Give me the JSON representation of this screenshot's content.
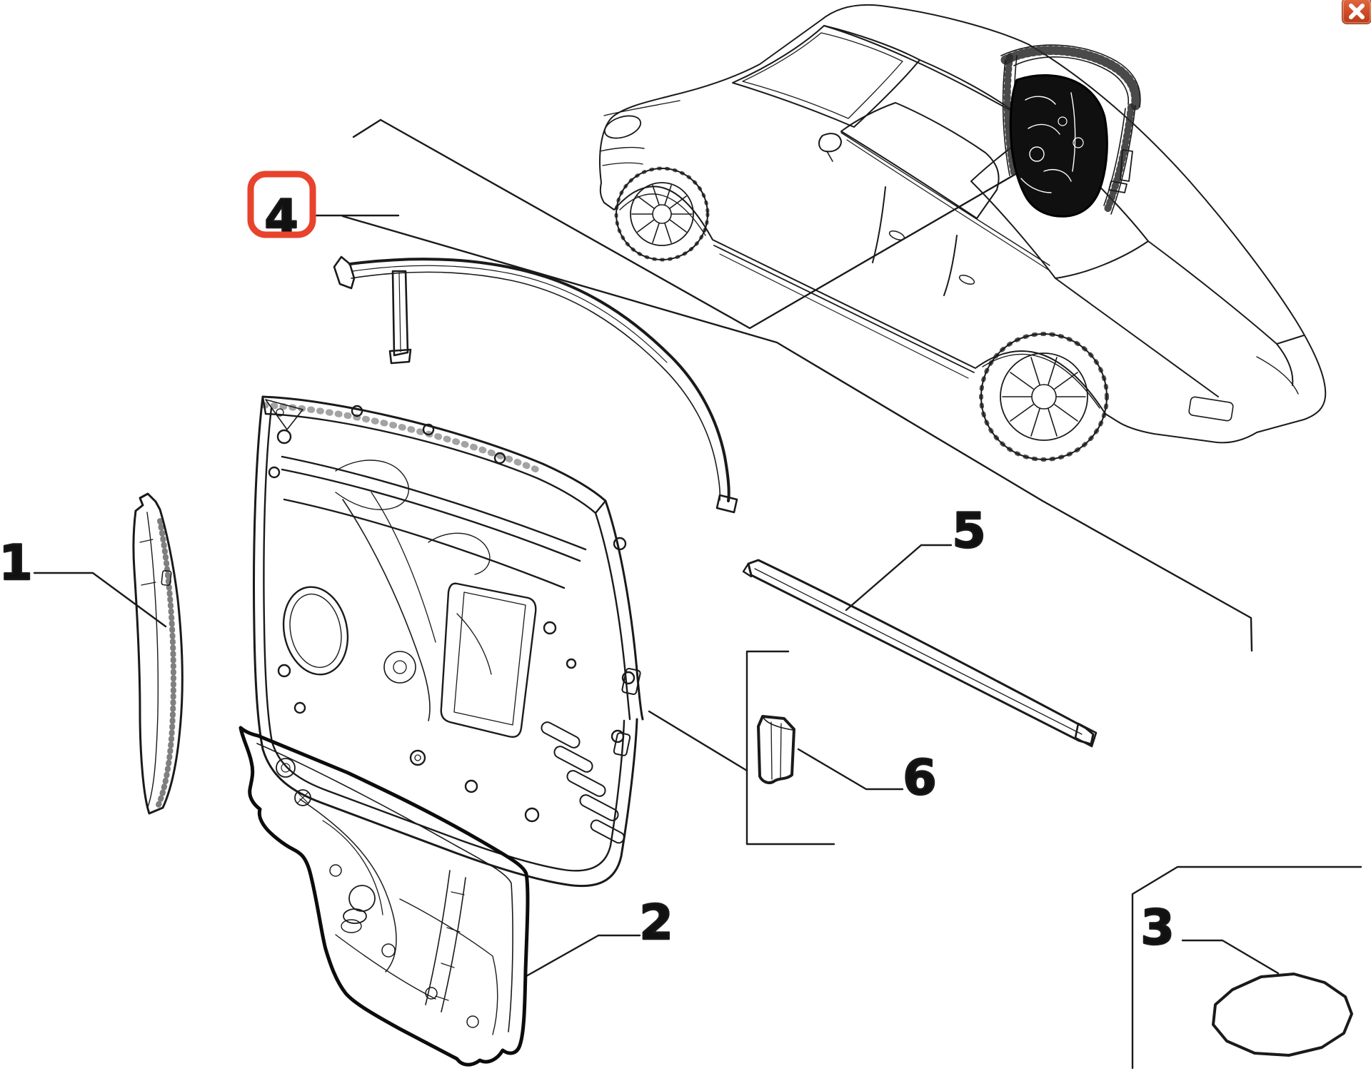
{
  "window": {
    "close_button": {
      "icon": "close-icon",
      "color": "#cf4a26"
    }
  },
  "diagram": {
    "type": "exploded-parts-diagram",
    "subject": "car front door seals and panels with vehicle locator view",
    "background": "#ffffff",
    "line_color": "#1a1a1a",
    "highlight_color": "#e8432c",
    "callouts": [
      {
        "label": "1",
        "highlighted": false
      },
      {
        "label": "2",
        "highlighted": false
      },
      {
        "label": "3",
        "highlighted": false
      },
      {
        "label": "4",
        "highlighted": true
      },
      {
        "label": "5",
        "highlighted": false
      },
      {
        "label": "6",
        "highlighted": false
      }
    ]
  }
}
